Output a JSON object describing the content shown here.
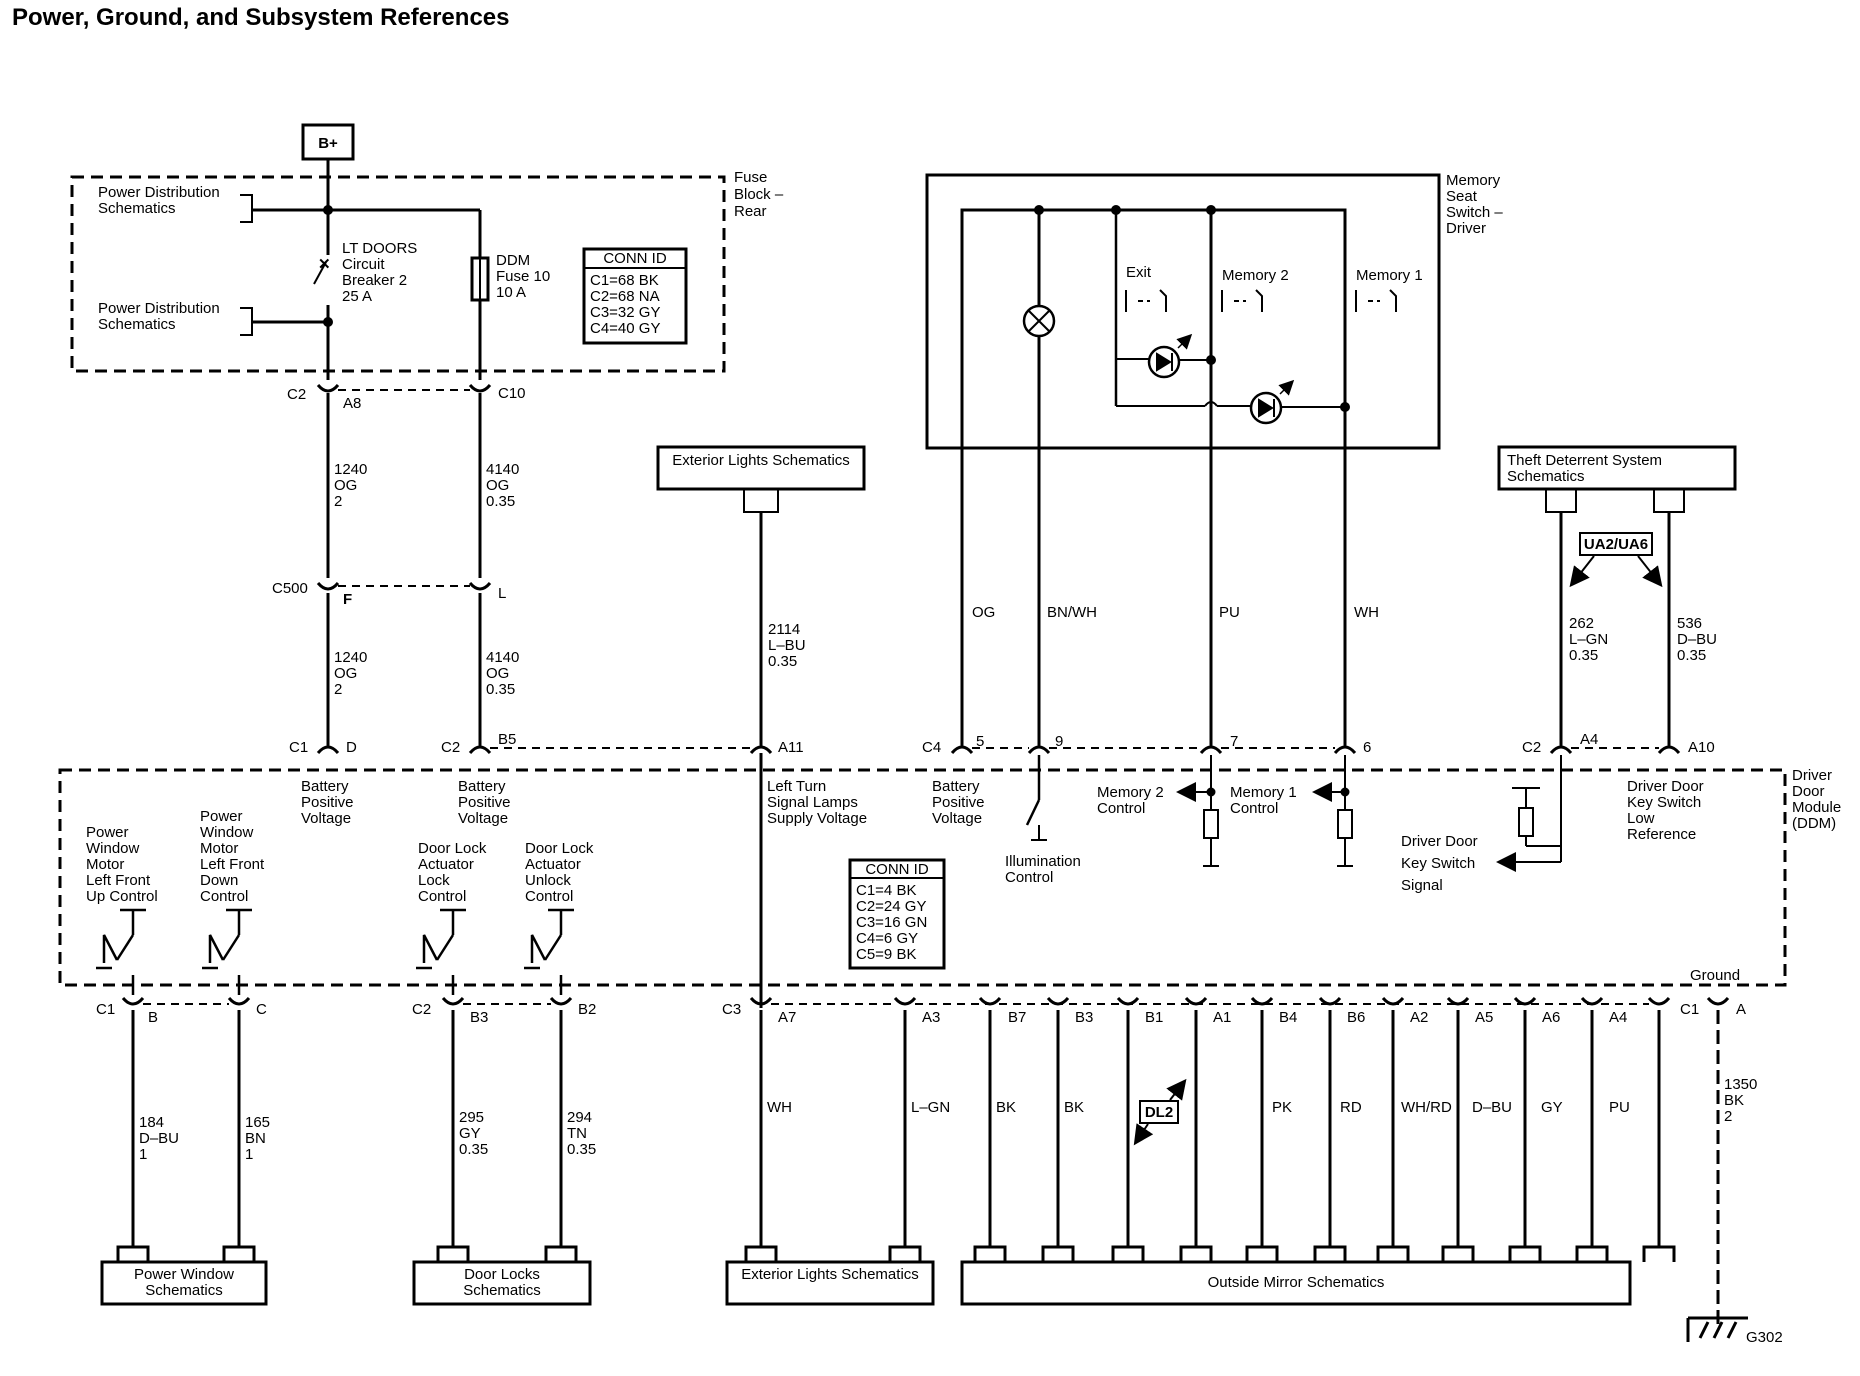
{
  "title": "Power, Ground, and Subsystem References",
  "battery": "B+",
  "fuse_block": {
    "label": [
      "Fuse",
      "Block –",
      "Rear"
    ],
    "pd_schematics_1": [
      "Power Distribution",
      "Schematics"
    ],
    "pd_schematics_2": [
      "Power Distribution",
      "Schematics"
    ],
    "breaker": [
      "LT DOORS",
      "Circuit",
      "Breaker 2",
      "25 A"
    ],
    "fuse": [
      "DDM",
      "Fuse 10",
      "10 A"
    ],
    "conn_id_title": "CONN ID",
    "conn_id": [
      "C1=68 BK",
      "C2=68 NA",
      "C3=32 GY",
      "C4=40 GY"
    ]
  },
  "memory_switch": {
    "label": [
      "Memory",
      "Seat",
      "Switch –",
      "Driver"
    ],
    "switches": [
      "Exit",
      "Memory 2",
      "Memory 1"
    ]
  },
  "connectors_top": {
    "c2": "C2",
    "a8": "A8",
    "c10": "C10",
    "c500": "C500",
    "f": "F",
    "l": "L"
  },
  "wires_top": {
    "w1240a": [
      "1240",
      "OG",
      "2"
    ],
    "w4140a": [
      "4140",
      "OG",
      "0.35"
    ],
    "w1240b": [
      "1240",
      "OG",
      "2"
    ],
    "w4140b": [
      "4140",
      "OG",
      "0.35"
    ],
    "w2114": [
      "2114",
      "L–BU",
      "0.35"
    ],
    "og": "OG",
    "bnwh": "BN/WH",
    "pu": "PU",
    "wh": "WH",
    "w262": [
      "262",
      "L–GN",
      "0.35"
    ],
    "w536": [
      "536",
      "D–BU",
      "0.35"
    ]
  },
  "ext_lights_top": "Exterior Lights Schematics",
  "theft": [
    "Theft Deterrent System",
    "Schematics"
  ],
  "ua_badge": "UA2/UA6",
  "ddm_pins_top": {
    "c1": "C1",
    "d": "D",
    "c2": "C2",
    "b5": "B5",
    "a11": "A11",
    "c4": "C4",
    "p5": "5",
    "p9": "9",
    "p7": "7",
    "p6": "6",
    "c2b": "C2",
    "a4": "A4",
    "a10": "A10"
  },
  "ddm": {
    "label": [
      "Driver",
      "Door",
      "Module",
      "(DDM)"
    ],
    "bpv1": [
      "Battery",
      "Positive",
      "Voltage"
    ],
    "bpv2": [
      "Battery",
      "Positive",
      "Voltage"
    ],
    "left_turn": [
      "Left Turn",
      "Signal Lamps",
      "Supply Voltage"
    ],
    "bpv3": [
      "Battery",
      "Positive",
      "Voltage"
    ],
    "illumination": [
      "Illumination",
      "Control"
    ],
    "mem2": [
      "Memory 2",
      "Control"
    ],
    "mem1": [
      "Memory 1",
      "Control"
    ],
    "key_switch_signal": [
      "Driver Door",
      "Key Switch",
      "Signal"
    ],
    "key_switch_low": [
      "Driver Door",
      "Key Switch",
      "Low",
      "Reference"
    ],
    "pwm_up": [
      "Power",
      "Window",
      "Motor",
      "Left Front",
      "Up Control"
    ],
    "pwm_down": [
      "Power",
      "Window",
      "Motor",
      "Left Front",
      "Down",
      "Control"
    ],
    "dl_lock": [
      "Door Lock",
      "Actuator",
      "Lock",
      "Control"
    ],
    "dl_unlock": [
      "Door Lock",
      "Actuator",
      "Unlock",
      "Control"
    ],
    "conn_id_title": "CONN ID",
    "conn_id": [
      "C1=4 BK",
      "C2=24 GY",
      "C3=16 GN",
      "C4=6 GY",
      "C5=9 BK"
    ],
    "ground": "Ground"
  },
  "bottom_pins": {
    "c1": "C1",
    "b": "B",
    "c": "C",
    "c2": "C2",
    "b3a": "B3",
    "b2": "B2",
    "c3": "C3",
    "a7": "A7",
    "a3": "A3",
    "b7": "B7",
    "b3b": "B3",
    "b1": "B1",
    "a1": "A1",
    "b4": "B4",
    "b6": "B6",
    "a2": "A2",
    "a5": "A5",
    "a6": "A6",
    "a4": "A4",
    "c1g": "C1",
    "a": "A"
  },
  "wires_bottom": {
    "w184": [
      "184",
      "D–BU",
      "1"
    ],
    "w165": [
      "165",
      "BN",
      "1"
    ],
    "w295": [
      "295",
      "GY",
      "0.35"
    ],
    "w294": [
      "294",
      "TN",
      "0.35"
    ],
    "wh": "WH",
    "lgn": "L–GN",
    "bk1": "BK",
    "bk2": "BK",
    "pk": "PK",
    "rd": "RD",
    "whrd": "WH/RD",
    "dbu": "D–BU",
    "gy": "GY",
    "pu": "PU",
    "w1350": [
      "1350",
      "BK",
      "2"
    ]
  },
  "dl2_badge": "DL2",
  "bottom_boxes": {
    "power_window": [
      "Power Window",
      "Schematics"
    ],
    "door_locks": [
      "Door Locks",
      "Schematics"
    ],
    "ext_lights": "Exterior Lights Schematics",
    "outside_mirror": "Outside Mirror Schematics"
  },
  "ground_id": "G302"
}
